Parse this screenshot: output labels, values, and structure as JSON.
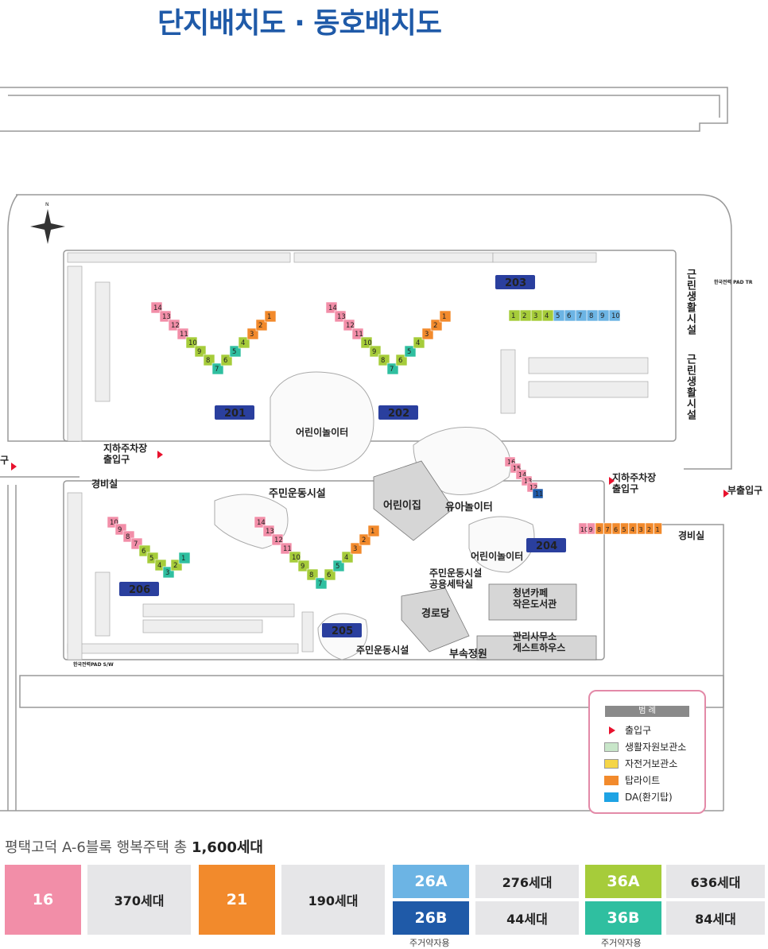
{
  "page_title": "단지배치도 · 동호배치도",
  "map": {
    "buildings": [
      {
        "id": "201",
        "units": [
          "14",
          "13",
          "12",
          "11",
          "10",
          "9",
          "8",
          "7",
          "6",
          "5",
          "4",
          "3",
          "2",
          "1"
        ]
      },
      {
        "id": "202",
        "units": [
          "14",
          "13",
          "12",
          "11",
          "10",
          "9",
          "8",
          "7",
          "6",
          "5",
          "4",
          "3",
          "2",
          "1"
        ]
      },
      {
        "id": "203",
        "units": [
          "10",
          "9",
          "8",
          "7",
          "6",
          "5",
          "4",
          "3",
          "2",
          "1"
        ]
      },
      {
        "id": "204",
        "units": [
          "16",
          "15",
          "14",
          "13",
          "12",
          "11",
          "10",
          "9",
          "8",
          "7",
          "6",
          "5",
          "4",
          "3",
          "2",
          "1"
        ]
      },
      {
        "id": "205",
        "units": [
          "14",
          "13",
          "12",
          "11",
          "10",
          "9",
          "8",
          "7",
          "6",
          "5",
          "4",
          "3",
          "2",
          "1"
        ]
      },
      {
        "id": "206",
        "units": [
          "10",
          "9",
          "8",
          "7",
          "6",
          "5",
          "4",
          "3",
          "2",
          "1"
        ]
      }
    ],
    "facility_labels": {
      "playground_1": "어린이놀이터",
      "playground_2": "어린이놀이터",
      "toddler_playground": "유아놀이터",
      "daycare": "어린이집",
      "gym_1": "주민운동시설",
      "gym_2": "주민운동시설",
      "gym_laundry": "주민운동시설\n공용세탁실",
      "senior_center": "경로당",
      "cafe_library": "청년카페\n작은도서관",
      "garden": "부속정원",
      "office": "관리사무소\n게스트하우스",
      "guard_1": "경비실",
      "guard_2": "경비실",
      "green_1": "근린생활시설",
      "green_2": "근린생활시설",
      "parking_entry_1": "지하주차장\n출입구",
      "parking_entry_2": "지하주차장\n출입구",
      "sub_entrance": "부출입구",
      "main_entrance_partial": "구",
      "kepco_tr": "한국전력 PAD TR",
      "kepco_sw": "한국전력PAD S/W"
    }
  },
  "legend": {
    "title": "범 례",
    "items": [
      {
        "label": "출입구",
        "color": "#e8112d",
        "icon": "triangle-icon"
      },
      {
        "label": "생활자원보관소",
        "color": "#c8e6c9",
        "icon": "recycle-icon"
      },
      {
        "label": "자전거보관소",
        "color": "#f5d547",
        "icon": "bicycle-icon"
      },
      {
        "label": "탑라이트",
        "color": "#f28a2c",
        "icon": "swatch"
      },
      {
        "label": "DA(환기탑)",
        "color": "#1ea3e4",
        "icon": "swatch"
      }
    ]
  },
  "summary": {
    "prefix": "평택고덕 A-6블록 행복주택 총",
    "total": "1,600세대"
  },
  "unit_types": [
    {
      "type": "16",
      "count": "370세대",
      "color": "#f28ea8"
    },
    {
      "type": "21",
      "count": "190세대",
      "color": "#f28a2c"
    },
    {
      "type": "26A",
      "count": "276세대",
      "color": "#6cb4e4"
    },
    {
      "type": "26B",
      "count": "44세대",
      "color": "#1f5aa8",
      "note": "주거약자용"
    },
    {
      "type": "36A",
      "count": "636세대",
      "color": "#a6cc3a"
    },
    {
      "type": "36B",
      "count": "84세대",
      "color": "#2fbfa0",
      "note": "주거약자용"
    }
  ],
  "colors": {
    "title": "#1f5aa8",
    "building_badge": "#2a3f9e",
    "unit16": "#f28ea8",
    "unit21": "#f28a2c",
    "unit26a": "#6cb4e4",
    "unit26b": "#1f5aa8",
    "unit36a": "#a6cc3a",
    "unit36b": "#2fbfa0"
  }
}
